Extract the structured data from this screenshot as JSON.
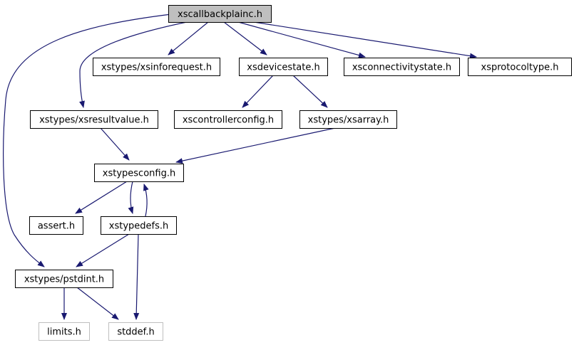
{
  "colors": {
    "edge": "#191970",
    "box_border": "#000000",
    "root_fill": "#bfbfbf",
    "grey_border": "#bfbfbf",
    "text": "#000000"
  },
  "nodes": [
    {
      "id": "root",
      "label": "xscallbackplainc.h",
      "style": "root"
    },
    {
      "id": "xsinforequest",
      "label": "xstypes/xsinforequest.h",
      "style": "normal"
    },
    {
      "id": "xsdevicestate",
      "label": "xsdevicestate.h",
      "style": "normal"
    },
    {
      "id": "xsconnectivitystate",
      "label": "xsconnectivitystate.h",
      "style": "normal"
    },
    {
      "id": "xsprotocoltype",
      "label": "xsprotocoltype.h",
      "style": "normal"
    },
    {
      "id": "xsresultvalue",
      "label": "xstypes/xsresultvalue.h",
      "style": "normal"
    },
    {
      "id": "xscontrollerconfig",
      "label": "xscontrollerconfig.h",
      "style": "normal"
    },
    {
      "id": "xsarray",
      "label": "xstypes/xsarray.h",
      "style": "normal"
    },
    {
      "id": "xstypesconfig",
      "label": "xstypesconfig.h",
      "style": "normal"
    },
    {
      "id": "assert",
      "label": "assert.h",
      "style": "normal"
    },
    {
      "id": "xstypedefs",
      "label": "xstypedefs.h",
      "style": "normal"
    },
    {
      "id": "pstdint",
      "label": "xstypes/pstdint.h",
      "style": "normal"
    },
    {
      "id": "limits",
      "label": "limits.h",
      "style": "grey"
    },
    {
      "id": "stddef",
      "label": "stddef.h",
      "style": "grey"
    }
  ],
  "edges": [
    {
      "from": "root",
      "to": "xsinforequest"
    },
    {
      "from": "root",
      "to": "xsdevicestate"
    },
    {
      "from": "root",
      "to": "xsconnectivitystate"
    },
    {
      "from": "root",
      "to": "xsprotocoltype"
    },
    {
      "from": "root",
      "to": "xsresultvalue"
    },
    {
      "from": "root",
      "to": "pstdint"
    },
    {
      "from": "xsdevicestate",
      "to": "xscontrollerconfig"
    },
    {
      "from": "xsdevicestate",
      "to": "xsarray"
    },
    {
      "from": "xsresultvalue",
      "to": "xstypesconfig"
    },
    {
      "from": "xsarray",
      "to": "xstypesconfig"
    },
    {
      "from": "xstypesconfig",
      "to": "assert"
    },
    {
      "from": "xstypesconfig",
      "to": "xstypedefs"
    },
    {
      "from": "xstypedefs",
      "to": "xstypesconfig"
    },
    {
      "from": "xstypedefs",
      "to": "pstdint"
    },
    {
      "from": "xstypedefs",
      "to": "stddef"
    },
    {
      "from": "pstdint",
      "to": "limits"
    },
    {
      "from": "pstdint",
      "to": "stddef"
    }
  ]
}
